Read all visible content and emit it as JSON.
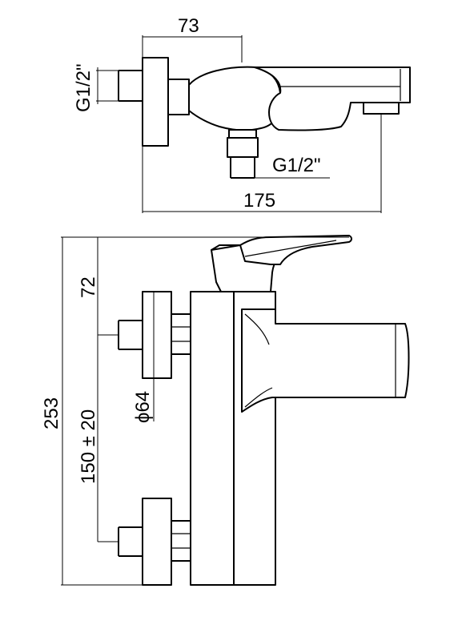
{
  "top_view": {
    "dim_spout_offset": "73",
    "dim_inlet_thread": "G1/2\"",
    "dim_outlet_thread": "G1/2\"",
    "dim_total_length": "175"
  },
  "side_view": {
    "dim_handle_height": "72",
    "dim_total_height": "253",
    "dim_inlet_spacing": "150 ± 20",
    "dim_flange_diameter": "ϕ64"
  }
}
